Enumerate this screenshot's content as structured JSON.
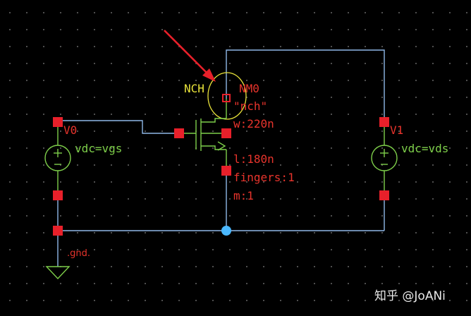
{
  "transistor": {
    "model_label": "NCH",
    "instance_name": "NM0",
    "model_name": "\"nch\"",
    "width": "w:220n",
    "length": "l:180n",
    "fingers": "fingers:1",
    "multiplier": "m:1"
  },
  "source_v0": {
    "name": "V0",
    "value": "vdc=vgs"
  },
  "source_v1": {
    "name": "V1",
    "value": "vdc=vds"
  },
  "ground": {
    "label": ".gnd."
  },
  "watermark": {
    "text": "知乎 @JoANi"
  },
  "colors": {
    "background": "#000000",
    "wire": "#8fb8e8",
    "symbol": "#7ecf4a",
    "pin": "#e8202a",
    "label_red": "#e8342c",
    "label_yellow": "#e8e23a",
    "junction": "#4ab8ff"
  },
  "icons": [
    "arrow-pointer-icon",
    "nmos-transistor-icon",
    "dc-voltage-source-icon",
    "ground-icon",
    "junction-dot-icon"
  ]
}
